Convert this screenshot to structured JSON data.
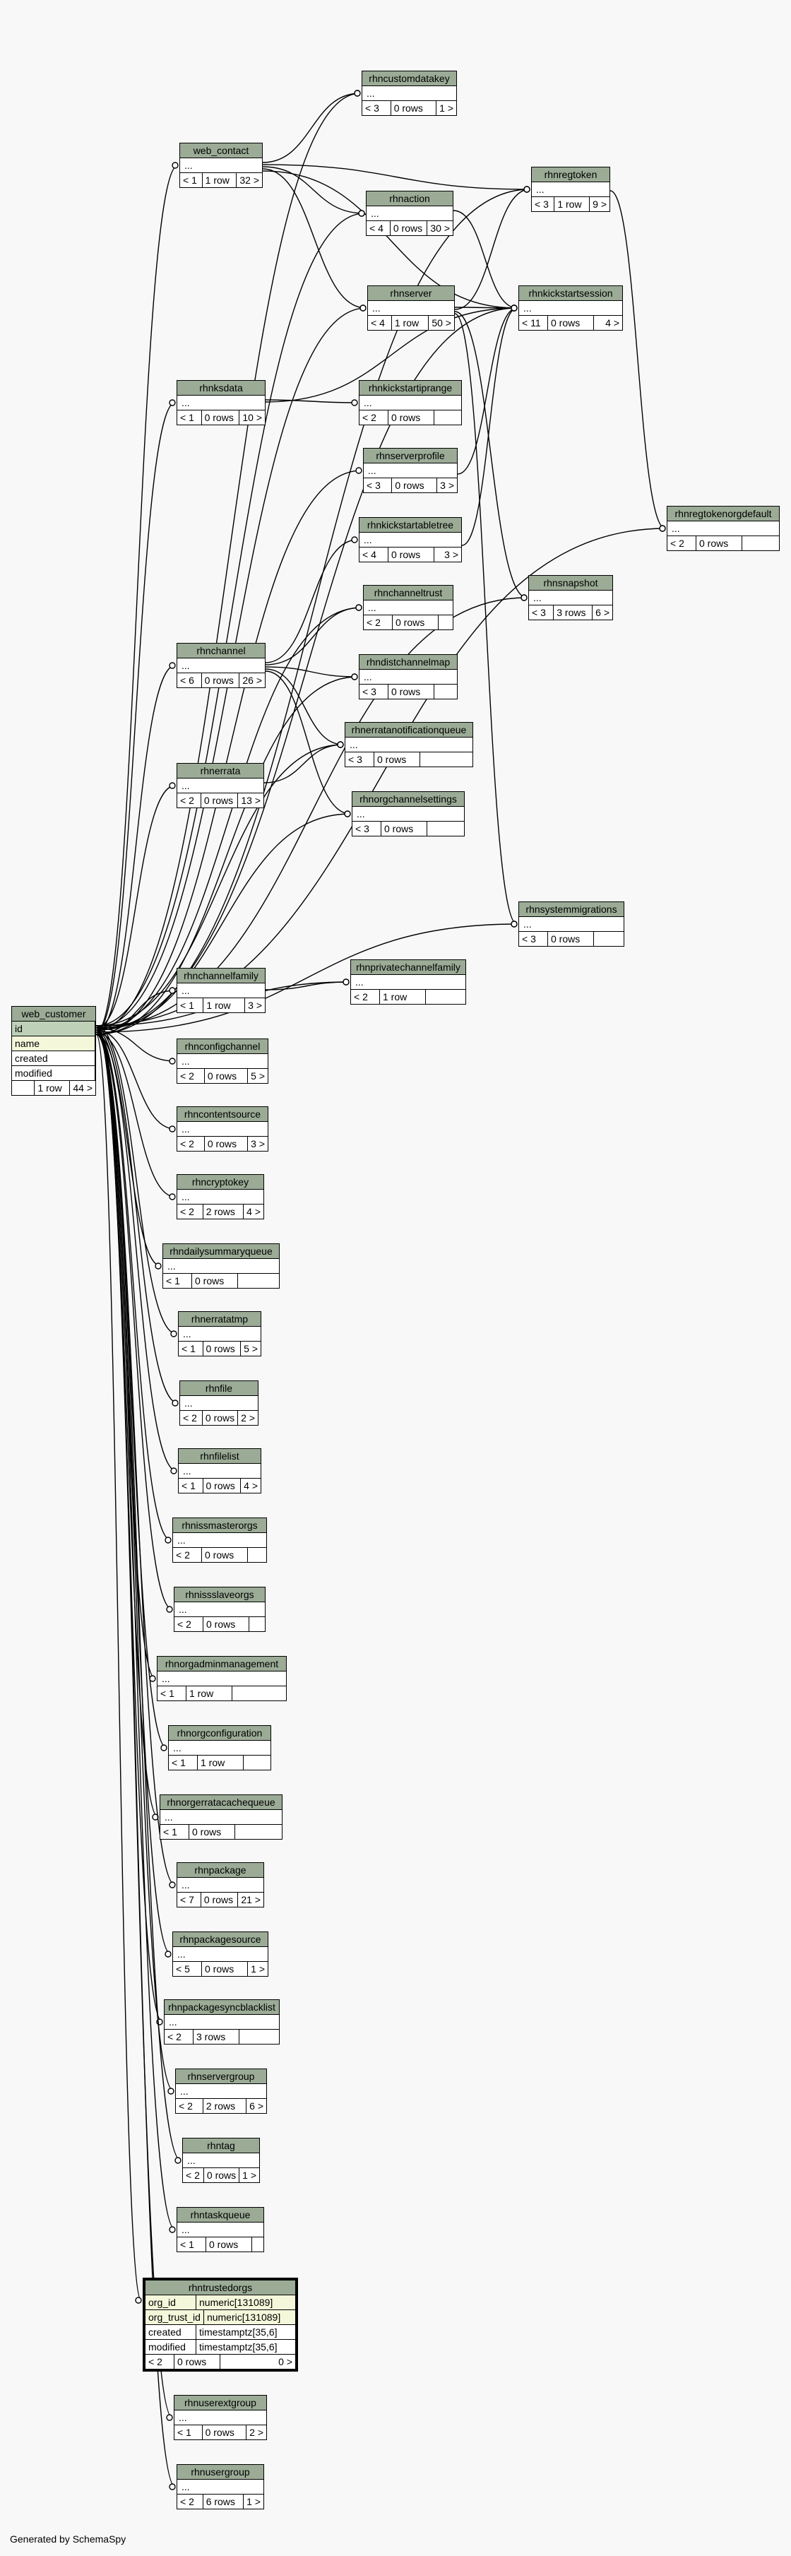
{
  "footer": "Generated by SchemaSpy",
  "tables": [
    {
      "key": "web_customer",
      "name": "web_customer",
      "columns": [
        {
          "name": "id",
          "type": "",
          "kind": "pk"
        },
        {
          "name": "name",
          "type": "",
          "kind": "fk"
        },
        {
          "name": "created",
          "type": "",
          "kind": ""
        },
        {
          "name": "modified",
          "type": "",
          "kind": ""
        }
      ],
      "stats": [
        "",
        "1 row",
        "44 >"
      ]
    },
    {
      "key": "rhncustomdatakey",
      "name": "rhncustomdatakey",
      "stats": [
        "< 3",
        "0 rows",
        "1 >"
      ]
    },
    {
      "key": "web_contact",
      "name": "web_contact",
      "stats": [
        "< 1",
        "1 row",
        "32 >"
      ]
    },
    {
      "key": "rhnregtoken",
      "name": "rhnregtoken",
      "stats": [
        "< 3",
        "1 row",
        "9 >"
      ]
    },
    {
      "key": "rhnaction",
      "name": "rhnaction",
      "stats": [
        "< 4",
        "0 rows",
        "30 >"
      ]
    },
    {
      "key": "rhnserver",
      "name": "rhnserver",
      "stats": [
        "< 4",
        "1 row",
        "50 >"
      ]
    },
    {
      "key": "rhnkickstartsession",
      "name": "rhnkickstartsession",
      "stats": [
        "< 11",
        "0 rows",
        "4 >"
      ]
    },
    {
      "key": "rhnksdata",
      "name": "rhnksdata",
      "stats": [
        "< 1",
        "0 rows",
        "10 >"
      ]
    },
    {
      "key": "rhnkickstartiprange",
      "name": "rhnkickstartiprange",
      "stats": [
        "< 2",
        "0 rows",
        ""
      ]
    },
    {
      "key": "rhnregtokenorgdefault",
      "name": "rhnregtokenorgdefault",
      "stats": [
        "< 2",
        "0 rows",
        ""
      ]
    },
    {
      "key": "rhnserverprofile",
      "name": "rhnserverprofile",
      "stats": [
        "< 3",
        "0 rows",
        "3 >"
      ]
    },
    {
      "key": "rhnkickstartabletree",
      "name": "rhnkickstartabletree",
      "stats": [
        "< 4",
        "0 rows",
        "3 >"
      ]
    },
    {
      "key": "rhnsnapshot",
      "name": "rhnsnapshot",
      "stats": [
        "< 3",
        "3 rows",
        "6 >"
      ]
    },
    {
      "key": "rhnchanneltrust",
      "name": "rhnchanneltrust",
      "stats": [
        "< 2",
        "0 rows",
        ""
      ]
    },
    {
      "key": "rhnchannel",
      "name": "rhnchannel",
      "stats": [
        "< 6",
        "0 rows",
        "26 >"
      ]
    },
    {
      "key": "rhndistchannelmap",
      "name": "rhndistchannelmap",
      "stats": [
        "< 3",
        "0 rows",
        ""
      ]
    },
    {
      "key": "rhnerratanotificationqueue",
      "name": "rhnerratanotificationqueue",
      "stats": [
        "< 3",
        "0 rows",
        ""
      ]
    },
    {
      "key": "rhnerrata",
      "name": "rhnerrata",
      "stats": [
        "< 2",
        "0 rows",
        "13 >"
      ]
    },
    {
      "key": "rhnorgchannelsettings",
      "name": "rhnorgchannelsettings",
      "stats": [
        "< 3",
        "0 rows",
        ""
      ]
    },
    {
      "key": "rhnsystemmigrations",
      "name": "rhnsystemmigrations",
      "stats": [
        "< 3",
        "0 rows",
        ""
      ]
    },
    {
      "key": "rhnchannelfamily",
      "name": "rhnchannelfamily",
      "stats": [
        "< 1",
        "1 row",
        "3 >"
      ]
    },
    {
      "key": "rhnprivatechannelfamily",
      "name": "rhnprivatechannelfamily",
      "stats": [
        "< 2",
        "1 row",
        ""
      ]
    },
    {
      "key": "rhnconfigchannel",
      "name": "rhnconfigchannel",
      "stats": [
        "< 2",
        "0 rows",
        "5 >"
      ]
    },
    {
      "key": "rhncontentsource",
      "name": "rhncontentsource",
      "stats": [
        "< 2",
        "0 rows",
        "3 >"
      ]
    },
    {
      "key": "rhncryptokey",
      "name": "rhncryptokey",
      "stats": [
        "< 2",
        "2 rows",
        "4 >"
      ]
    },
    {
      "key": "rhndailysummaryqueue",
      "name": "rhndailysummaryqueue",
      "stats": [
        "< 1",
        "0 rows",
        ""
      ]
    },
    {
      "key": "rhnerratatmp",
      "name": "rhnerratatmp",
      "stats": [
        "< 1",
        "0 rows",
        "5 >"
      ]
    },
    {
      "key": "rhnfile",
      "name": "rhnfile",
      "stats": [
        "< 2",
        "0 rows",
        "2 >"
      ]
    },
    {
      "key": "rhnfilelist",
      "name": "rhnfilelist",
      "stats": [
        "< 1",
        "0 rows",
        "4 >"
      ]
    },
    {
      "key": "rhnissmasterorgs",
      "name": "rhnissmasterorgs",
      "stats": [
        "< 2",
        "0 rows",
        ""
      ]
    },
    {
      "key": "rhnissslaveorgs",
      "name": "rhnissslaveorgs",
      "stats": [
        "< 2",
        "0 rows",
        ""
      ]
    },
    {
      "key": "rhnorgadminmanagement",
      "name": "rhnorgadminmanagement",
      "stats": [
        "< 1",
        "1 row",
        ""
      ]
    },
    {
      "key": "rhnorgconfiguration",
      "name": "rhnorgconfiguration",
      "stats": [
        "< 1",
        "1 row",
        ""
      ]
    },
    {
      "key": "rhnorgerratacachequeue",
      "name": "rhnorgerratacachequeue",
      "stats": [
        "< 1",
        "0 rows",
        ""
      ]
    },
    {
      "key": "rhnpackage",
      "name": "rhnpackage",
      "stats": [
        "< 7",
        "0 rows",
        "21 >"
      ]
    },
    {
      "key": "rhnpackagesource",
      "name": "rhnpackagesource",
      "stats": [
        "< 5",
        "0 rows",
        "1 >"
      ]
    },
    {
      "key": "rhnpackagesyncblacklist",
      "name": "rhnpackagesyncblacklist",
      "stats": [
        "< 2",
        "3 rows",
        ""
      ]
    },
    {
      "key": "rhnservergroup",
      "name": "rhnservergroup",
      "stats": [
        "< 2",
        "2 rows",
        "6 >"
      ]
    },
    {
      "key": "rhntag",
      "name": "rhntag",
      "stats": [
        "< 2",
        "0 rows",
        "1 >"
      ]
    },
    {
      "key": "rhntaskqueue",
      "name": "rhntaskqueue",
      "stats": [
        "< 1",
        "0 rows",
        ""
      ]
    },
    {
      "key": "rhntrustedorgs",
      "name": "rhntrustedorgs",
      "columns": [
        {
          "name": "org_id",
          "type": "numeric[131089]",
          "kind": "fk"
        },
        {
          "name": "org_trust_id",
          "type": "numeric[131089]",
          "kind": "fk"
        },
        {
          "name": "created",
          "type": "timestamptz[35,6]",
          "kind": ""
        },
        {
          "name": "modified",
          "type": "timestamptz[35,6]",
          "kind": ""
        }
      ],
      "stats": [
        "< 2",
        "0 rows",
        "0 >"
      ]
    },
    {
      "key": "rhnuserextgroup",
      "name": "rhnuserextgroup",
      "stats": [
        "< 1",
        "0 rows",
        "2 >"
      ]
    },
    {
      "key": "rhnusergroup",
      "name": "rhnusergroup",
      "stats": [
        "< 2",
        "6 rows",
        "1 >"
      ]
    }
  ]
}
